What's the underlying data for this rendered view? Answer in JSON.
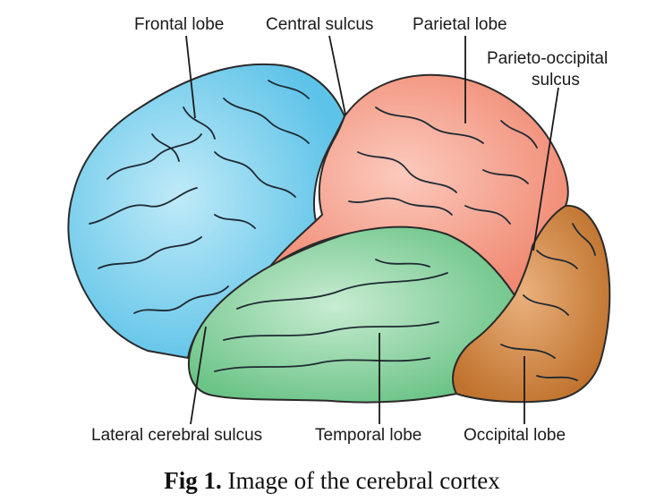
{
  "labels": {
    "frontal_lobe": "Frontal lobe",
    "central_sulcus": "Central sulcus",
    "parietal_lobe": "Parietal lobe",
    "parieto_occipital_line1": "Parieto-occipital",
    "parieto_occipital_line2": "sulcus",
    "lateral_cerebral_sulcus": "Lateral cerebral sulcus",
    "temporal_lobe": "Temporal lobe",
    "occipital_lobe": "Occipital lobe"
  },
  "caption": {
    "prefix": "Fig 1.",
    "text": " Image of the cerebral cortex"
  },
  "colors": {
    "frontal": "#7fd0ee",
    "parietal": "#f7a08c",
    "temporal": "#8fd4a0",
    "occipital": "#d48a4a",
    "outline": "#2a2a2a"
  }
}
